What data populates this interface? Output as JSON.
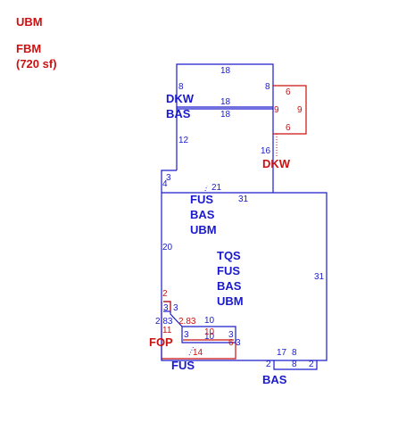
{
  "legend": {
    "code1": "UBM",
    "code2": "FBM",
    "code2_area": "(720 sf)"
  },
  "colors": {
    "blue": "#1a1acc",
    "red": "#cc1111"
  },
  "areas": {
    "upper_dkw": "DKW",
    "upper_bas": "BAS",
    "deck_right": "DKW",
    "main_fus": "FUS",
    "main_bas": "BAS",
    "main_ubm": "UBM",
    "center_tqs": "TQS",
    "center_fus": "FUS",
    "center_bas": "BAS",
    "center_ubm": "UBM",
    "porch": "FOP",
    "bottom_fus": "FUS",
    "bottom_bas": "BAS"
  },
  "dimensions": {
    "top_width": "18",
    "upper_left": "8",
    "upper_right": "8",
    "upper_mid": "18",
    "upper_mid2": "18",
    "left_12": "12",
    "right_16": "16",
    "deck_top": "6",
    "deck_left": "9",
    "deck_right": "9",
    "deck_bottom": "6",
    "jog_3": "3",
    "jog_4": "4",
    "mid_21": "21",
    "mid_31": "31",
    "left_20": "20",
    "right_31": "31",
    "porch_2": "2",
    "porch_3a": "3",
    "porch_3b": "3",
    "porch_283a": "2.83",
    "porch_283b": "2.83",
    "porch_11": "11",
    "porch_10a": "10",
    "porch_10b": "10",
    "porch_10c": "10",
    "inner_3a": "3",
    "inner_3b": "3",
    "porch_6": "6",
    "porch_3c": "3",
    "porch_14": "14",
    "bottom_17": "17",
    "bottom_8a": "8",
    "bottom_8b": "8",
    "bottom_2a": "2",
    "bottom_2b": "2"
  }
}
